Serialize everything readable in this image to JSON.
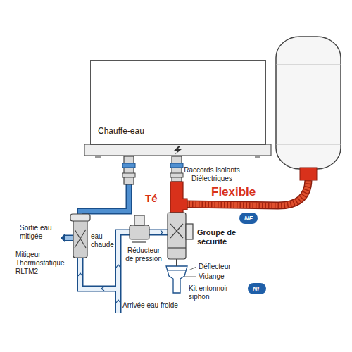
{
  "diagram": {
    "nodes": [
      {
        "text": [
          "Chauffe-eau"
        ]
      }
    ],
    "labels": [
      "Raccords Isolants Diélectriques",
      "Té",
      "Flexible",
      "Sortie eau mitigée",
      "eau chaude",
      "Mitigeur Thermostatique RLTM2",
      "Réducteur de pression",
      "Arrivée eau froide",
      "Groupe de sécurité",
      "NF",
      "Déflecteur",
      "Vidange",
      "Kit entonnoir siphon",
      "NF"
    ]
  }
}
